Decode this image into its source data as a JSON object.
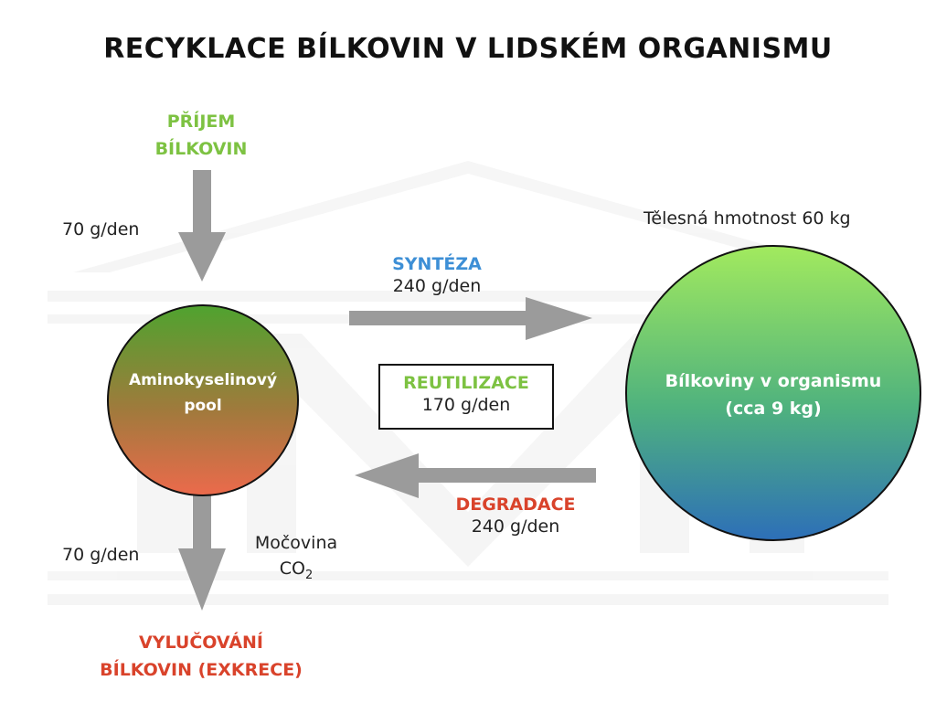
{
  "title": "RECYKLACE BÍLKOVIN V LIDSKÉM ORGANISMU",
  "intake": {
    "line1": "PŘÍJEM",
    "line2": "BÍLKOVIN",
    "amount": "70 g/den"
  },
  "body_weight": "Tělesná hmotnost 60 kg",
  "synthesis": {
    "label": "SYNTÉZA",
    "amount": "240 g/den"
  },
  "reutilization": {
    "label": "REUTILIZACE",
    "amount": "170 g/den"
  },
  "degradation": {
    "label": "DEGRADACE",
    "amount": "240 g/den"
  },
  "amino_pool": {
    "line1": "Aminokyselinový",
    "line2": "pool"
  },
  "body_proteins": {
    "line1": "Bílkoviny v organismu",
    "line2": "(cca 9 kg)"
  },
  "excretion": {
    "line1": "VYLUČOVÁNÍ",
    "line2": "BÍLKOVIN (EXKRECE)",
    "amount": "70 g/den"
  },
  "byproducts": {
    "line1": "Močovina",
    "line2_base": "CO",
    "line2_sub": "2"
  },
  "colors": {
    "intake": "#7dc242",
    "synthesis": "#3d8fd6",
    "reutilization": "#7dc242",
    "degradation": "#d9432b",
    "excretion": "#d9432b",
    "arrow": "#9b9b9b"
  }
}
